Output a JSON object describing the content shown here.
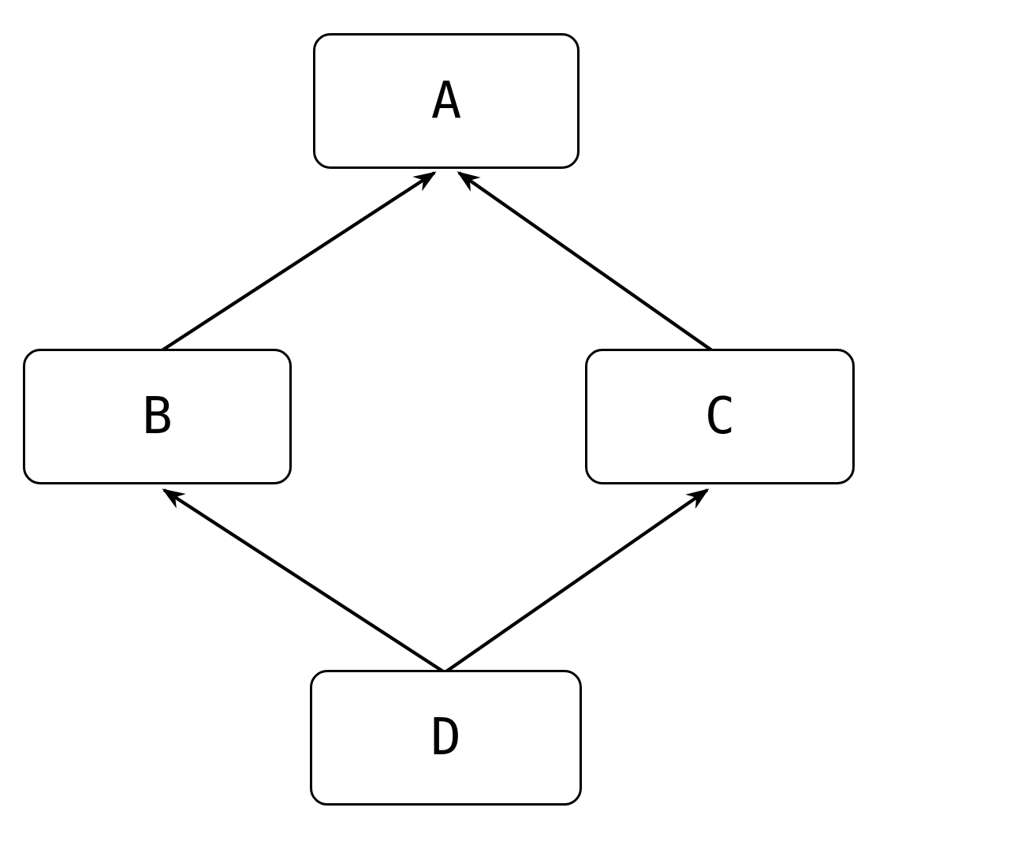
{
  "diagram": {
    "type": "directed-graph",
    "background_color": "#ffffff",
    "node_fill_color": "#ffffff",
    "stroke_color": "#000000",
    "nodes": [
      {
        "id": "A",
        "label": "A",
        "position": "top"
      },
      {
        "id": "B",
        "label": "B",
        "position": "middle-left"
      },
      {
        "id": "C",
        "label": "C",
        "position": "middle-right"
      },
      {
        "id": "D",
        "label": "D",
        "position": "bottom"
      }
    ],
    "edges": [
      {
        "from": "B",
        "to": "A"
      },
      {
        "from": "C",
        "to": "A"
      },
      {
        "from": "D",
        "to": "B"
      },
      {
        "from": "D",
        "to": "C"
      }
    ]
  }
}
